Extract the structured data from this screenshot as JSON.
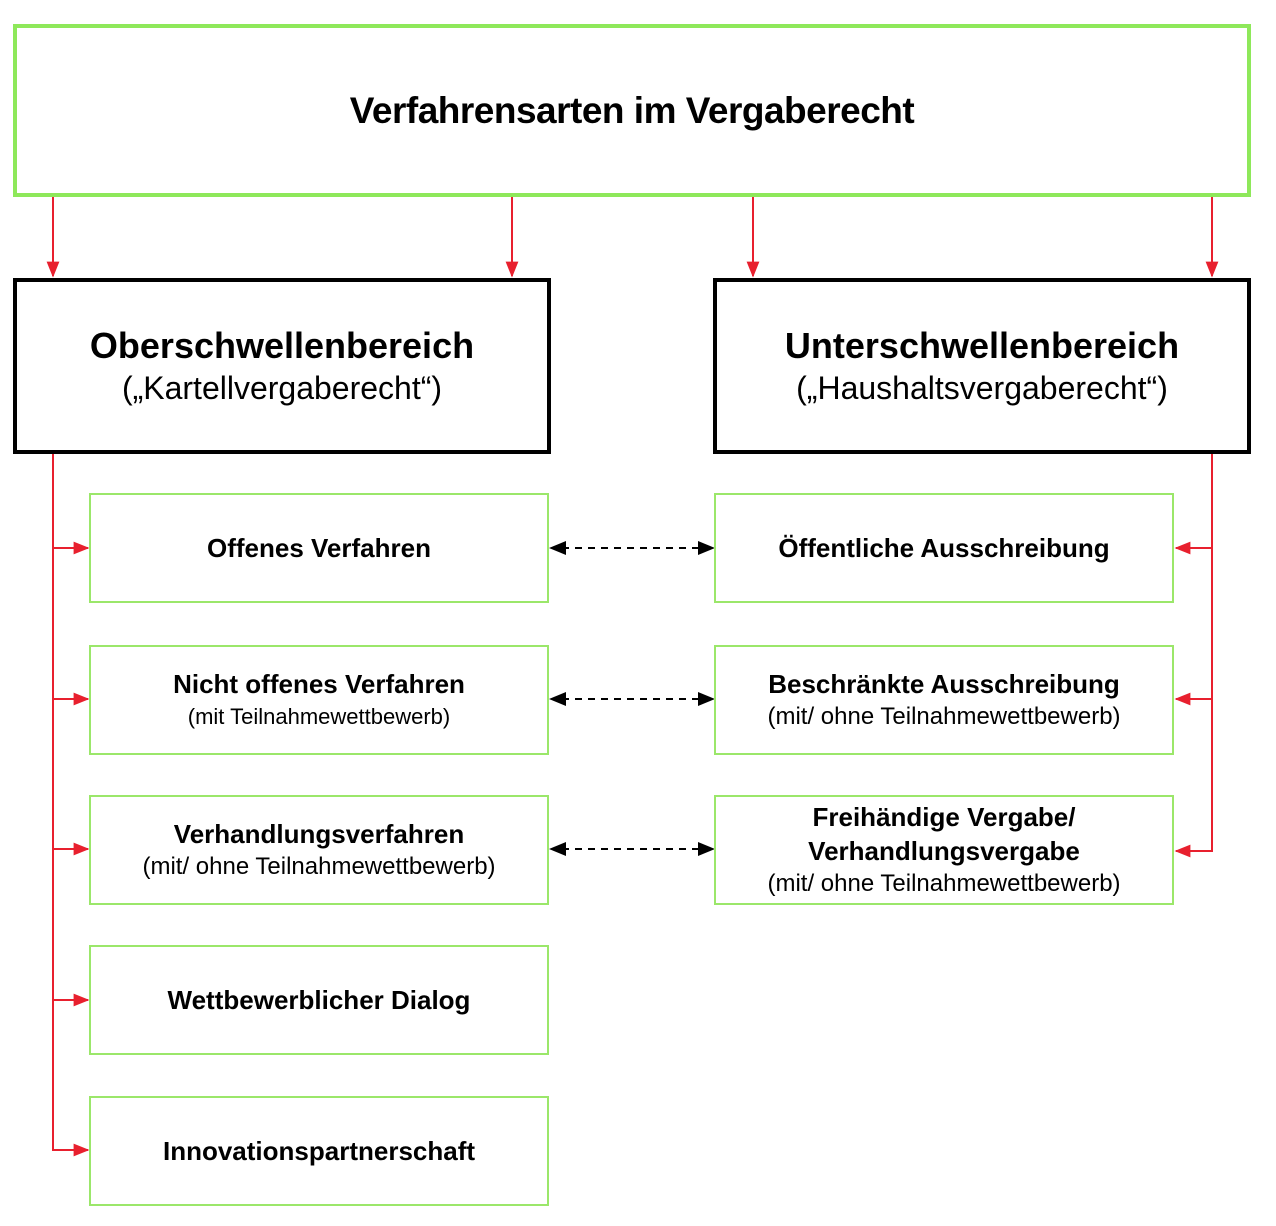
{
  "title": "Verfahrensarten im Vergaberecht",
  "ober": {
    "heading": "Oberschwellenbereich",
    "subheading": "(„Kartellvergaberecht“)",
    "procedures": [
      {
        "title": "Offenes Verfahren",
        "note": ""
      },
      {
        "title": "Nicht offenes Verfahren",
        "note": "(mit Teilnahmewettbewerb)"
      },
      {
        "title": "Verhandlungsverfahren",
        "note": "(mit/ ohne Teilnahmewettbewerb)"
      },
      {
        "title": "Wettbewerblicher Dialog",
        "note": ""
      },
      {
        "title": "Innovationspartnerschaft",
        "note": ""
      }
    ]
  },
  "unter": {
    "heading": "Unterschwellenbereich",
    "subheading": "(„Haushaltsvergaberecht“)",
    "procedures": [
      {
        "title": "Öffentliche Ausschreibung",
        "title2": "",
        "note": ""
      },
      {
        "title": "Beschränkte Ausschreibung",
        "title2": "",
        "note": "(mit/ ohne Teilnahmewettbewerb)"
      },
      {
        "title": "Freihändige Vergabe/",
        "title2": "Verhandlungsvergabe",
        "note": "(mit/ ohne Teilnahmewettbewerb)"
      }
    ]
  },
  "colors": {
    "green_border": "#8ee85a",
    "red_arrow": "#e8202e",
    "black": "#000000"
  }
}
